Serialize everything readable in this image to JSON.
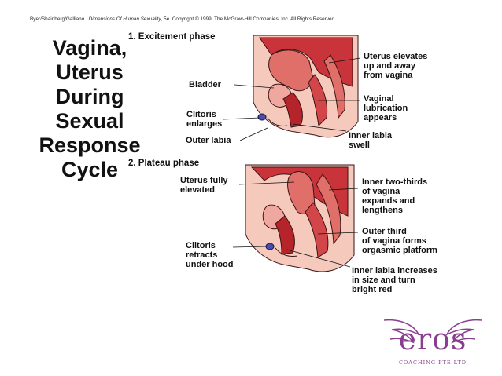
{
  "copyright": {
    "authors": "Byer/Shainberg/Galliano",
    "book": "Dimensions Of Human Sexuality",
    "rest": ", 5e. Copyright © 1999. The McGraw-Hill Companies, Inc. All Rights Reserved."
  },
  "title_lines": [
    "Vagina,",
    "Uterus",
    "During",
    "Sexual",
    "Response",
    "Cycle"
  ],
  "phase1": {
    "heading": "1.  Excitement phase",
    "labels": {
      "bladder": [
        "Bladder"
      ],
      "clitoris": [
        "Clitoris",
        "enlarges"
      ],
      "outer_labia": [
        "Outer labia"
      ],
      "uterus": [
        "Uterus elevates",
        "up and away",
        "from vagina"
      ],
      "lubrication": [
        "Vaginal",
        "lubrication",
        "appears"
      ],
      "inner_labia": [
        "Inner labia",
        "swell"
      ]
    }
  },
  "phase2": {
    "heading": "2.  Plateau phase",
    "labels": {
      "uterus": [
        "Uterus fully",
        "elevated"
      ],
      "clitoris": [
        "Clitoris",
        "retracts",
        "under hood"
      ],
      "inner_two_thirds": [
        "Inner two-thirds",
        "of vagina",
        "expands and",
        "lengthens"
      ],
      "outer_third": [
        "Outer third",
        "of vagina forms",
        "orgasmic platform"
      ],
      "inner_labia": [
        "Inner labia increases",
        "in size and turn",
        "bright red"
      ]
    }
  },
  "logo": {
    "word": "eros",
    "sub": "COACHING PTE LTD",
    "color": "#8a3e8f"
  },
  "colors": {
    "tissue_dark": "#c8343a",
    "tissue_light": "#f0a7a0",
    "skin": "#f6c9bd",
    "outline": "#3a1414"
  }
}
